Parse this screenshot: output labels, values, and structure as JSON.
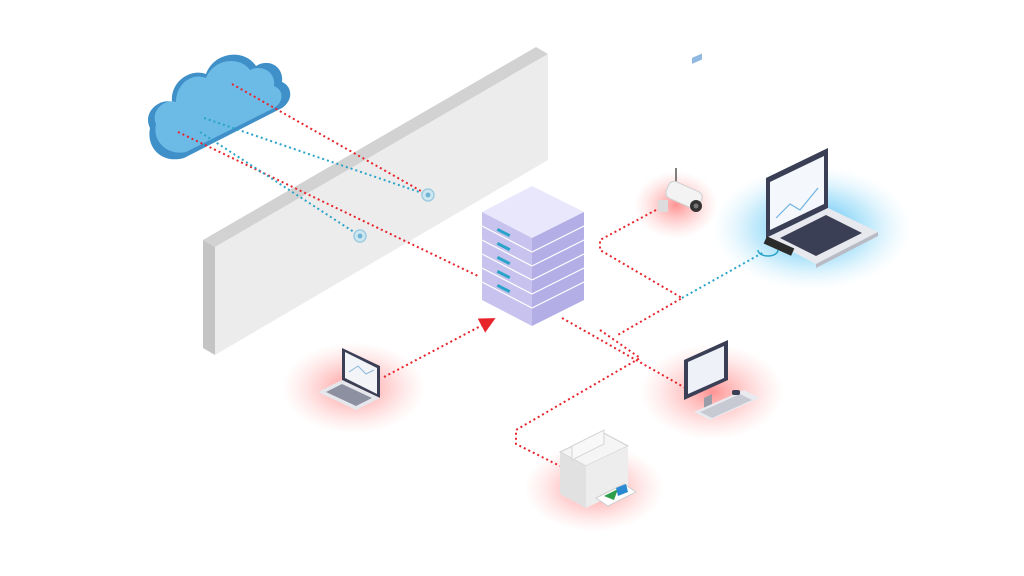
{
  "diagram": {
    "kind": "isometric-network-security",
    "nodes": [
      {
        "id": "cloud",
        "icon": "cloud-icon",
        "status": "external"
      },
      {
        "id": "firewall",
        "icon": "firewall-wall-icon",
        "status": "barrier"
      },
      {
        "id": "server",
        "icon": "server-rack-icon",
        "status": "hub"
      },
      {
        "id": "camera",
        "icon": "wireless-camera-icon",
        "status": "alert"
      },
      {
        "id": "laptop-secure",
        "icon": "laptop-icon",
        "status": "protected"
      },
      {
        "id": "laptop-left",
        "icon": "laptop-icon",
        "status": "alert"
      },
      {
        "id": "desktop",
        "icon": "desktop-computer-icon",
        "status": "alert"
      },
      {
        "id": "printer",
        "icon": "printer-icon",
        "status": "alert"
      }
    ],
    "links": [
      {
        "from": "cloud",
        "to": "server",
        "style": "red-dotted"
      },
      {
        "from": "cloud",
        "to": "firewall",
        "style": "red-dotted"
      },
      {
        "from": "cloud",
        "to": "firewall",
        "style": "blue-dotted"
      },
      {
        "from": "laptop-left",
        "to": "server",
        "style": "red-dotted-arrow"
      },
      {
        "from": "server",
        "to": "desktop",
        "style": "red-dotted"
      },
      {
        "from": "server",
        "to": "printer",
        "style": "red-dotted"
      },
      {
        "from": "camera",
        "to": "server",
        "style": "red-dotted"
      },
      {
        "from": "laptop-secure",
        "to": "server",
        "style": "blue-dotted"
      }
    ],
    "colors": {
      "alert_glow": "#ff2a2a",
      "protected_glow": "#29b6f6",
      "red_line": "#e8242b",
      "blue_line": "#2aa4c8",
      "cloud": "#5aaedf",
      "wall": "#e6e6e6",
      "server": "#d9d6f2"
    }
  }
}
